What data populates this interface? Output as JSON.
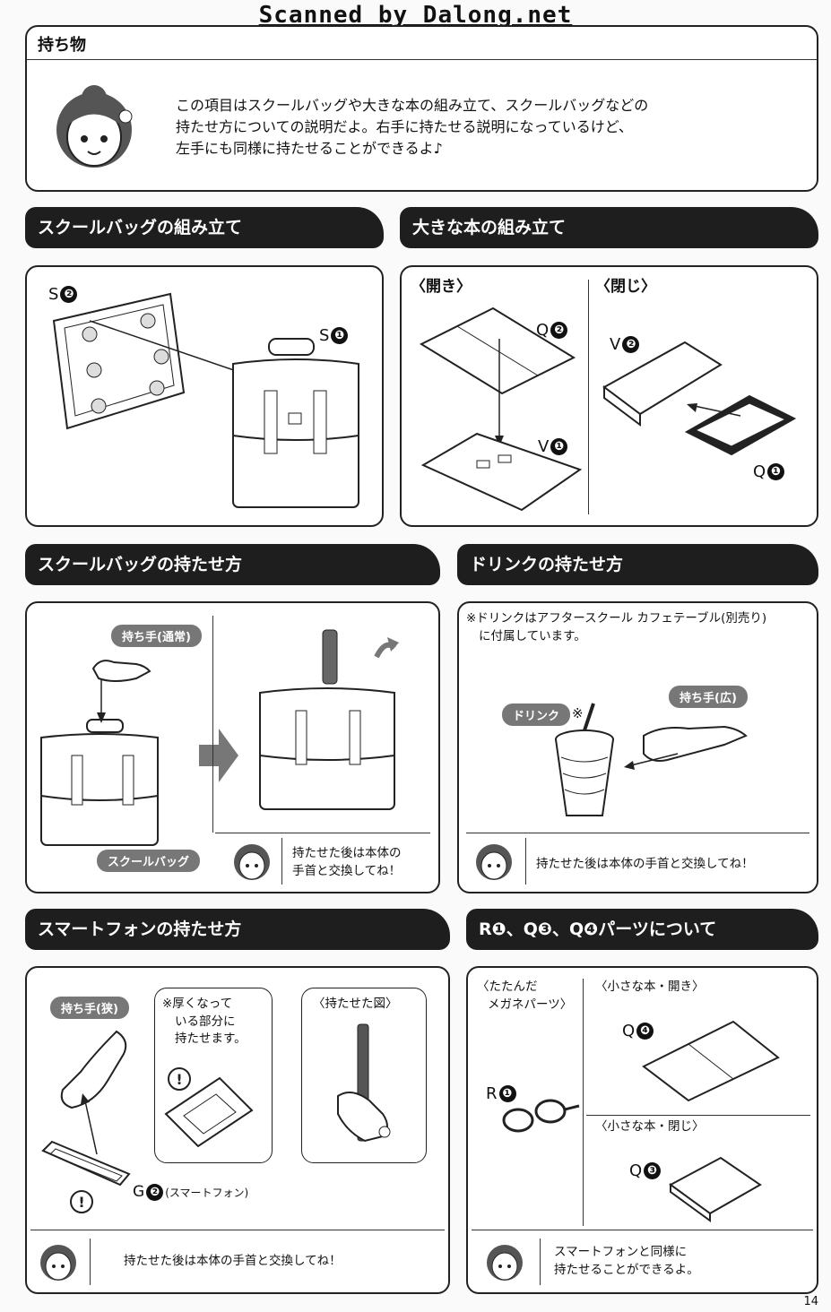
{
  "watermark": "Scanned by Dalong.net",
  "intro": {
    "title": "持ち物",
    "text": [
      "この項目はスクールバッグや大きな本の組み立て、スクールバッグなどの",
      "持たせ方についての説明だよ。右手に持たせる説明になっているけど、",
      "左手にも同様に持たせることができるよ♪"
    ]
  },
  "bag_assembly": {
    "title": "スクールバッグの組み立て",
    "label_s2": "S",
    "num_s2": "❷",
    "label_s1": "S",
    "num_s1": "❶"
  },
  "book_assembly": {
    "title": "大きな本の組み立て",
    "open_label": "〈開き〉",
    "close_label": "〈閉じ〉",
    "q2": "Q",
    "q2n": "❷",
    "v1": "V",
    "v1n": "❶",
    "v2": "V",
    "v2n": "❷",
    "q1": "Q",
    "q1n": "❶"
  },
  "bag_holding": {
    "title": "スクールバッグの持たせ方",
    "hand_label": "持ち手(通常)",
    "bag_label": "スクールバッグ",
    "note": [
      "持たせた後は本体の",
      "手首と交換してね！"
    ]
  },
  "drink_holding": {
    "title": "ドリンクの持たせ方",
    "note_top": [
      "※ドリンクはアフタースクール カフェテーブル(別売り)",
      "に付属しています。"
    ],
    "drink_label": "ドリンク",
    "drink_mark": "※",
    "hand_label": "持ち手(広)",
    "note": "持たせた後は本体の手首と交換してね！"
  },
  "phone_holding": {
    "title": "スマートフォンの持たせ方",
    "hand_label": "持ち手(狭)",
    "thick_note": [
      "※厚くなって",
      "いる部分に",
      "持たせます。"
    ],
    "held_label": "〈持たせた図〉",
    "g2": "G",
    "g2n": "❷",
    "g2sub": "(スマートフォン)",
    "note": "持たせた後は本体の手首と交換してね！",
    "warn": "!"
  },
  "parts": {
    "title": "R❶、Q❸、Q❹パーツについて",
    "folded": [
      "〈たたんだ",
      "メガネパーツ〉"
    ],
    "small_open": "〈小さな本・開き〉",
    "small_close": "〈小さな本・閉じ〉",
    "q4": "Q",
    "q4n": "❹",
    "r1": "R",
    "r1n": "❶",
    "q3": "Q",
    "q3n": "❸",
    "note": [
      "スマートフォンと同様に",
      "持たせることができるよ。"
    ]
  },
  "page_number": "14"
}
